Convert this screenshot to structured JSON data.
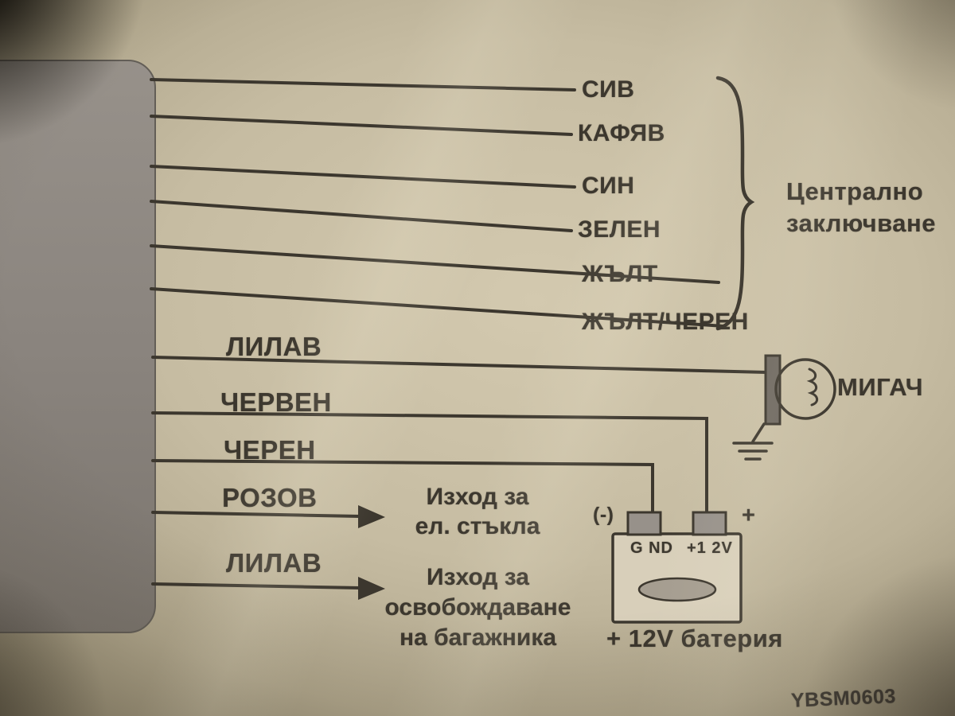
{
  "diagram": {
    "kind": "car-alarm-wiring-diagram",
    "module_name": "alarm-control-unit"
  },
  "wires": {
    "gray": "СИВ",
    "brown": "КАФЯВ",
    "blue": "СИН",
    "green": "ЗЕЛЕН",
    "yellow": "ЖЪЛТ",
    "yellow_black": "ЖЪЛТ/ЧЕРЕН",
    "purple_top": "ЛИЛАВ",
    "red": "ЧЕРВЕН",
    "black": "ЧЕРЕН",
    "pink": "РОЗОВ",
    "purple_bottom": "ЛИЛАВ"
  },
  "central_locking": {
    "line1": "Централно",
    "line2": "заключване"
  },
  "flasher_label": "МИГАЧ",
  "power_windows": {
    "line1": "Изход за",
    "line2": "ел. стъкла"
  },
  "trunk_release": {
    "line1": "Изход за",
    "line2": "освобождаване",
    "line3": "на багажника"
  },
  "battery": {
    "minus": "(-)",
    "plus": "+",
    "terminal_gnd": "G ND",
    "terminal_12v": "+1 2V",
    "caption": "+ 12V батерия"
  },
  "code": "YBSM0603",
  "colors": {
    "ink": "#3c372e",
    "paper": "#c9bfa6",
    "module_gray": "#8a847e"
  }
}
